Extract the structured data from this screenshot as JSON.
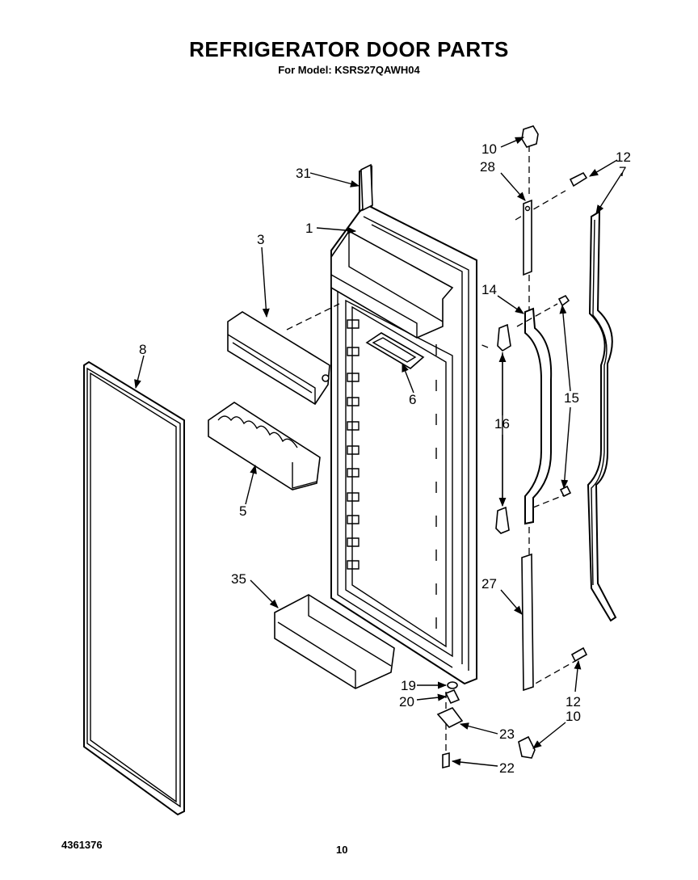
{
  "header": {
    "title": "REFRIGERATOR DOOR PARTS",
    "subtitle": "For Model: KSRS27QAWH04"
  },
  "footer": {
    "doc_number": "4361376",
    "page_number": "10"
  },
  "callouts": {
    "c1": "1",
    "c3": "3",
    "c5": "5",
    "c6": "6",
    "c7": "7",
    "c8": "8",
    "c10a": "10",
    "c10b": "10",
    "c12a": "12",
    "c12b": "12",
    "c14": "14",
    "c15": "15",
    "c16": "16",
    "c19": "19",
    "c20": "20",
    "c22": "22",
    "c23": "23",
    "c27": "27",
    "c28": "28",
    "c31": "31",
    "c35": "35"
  }
}
